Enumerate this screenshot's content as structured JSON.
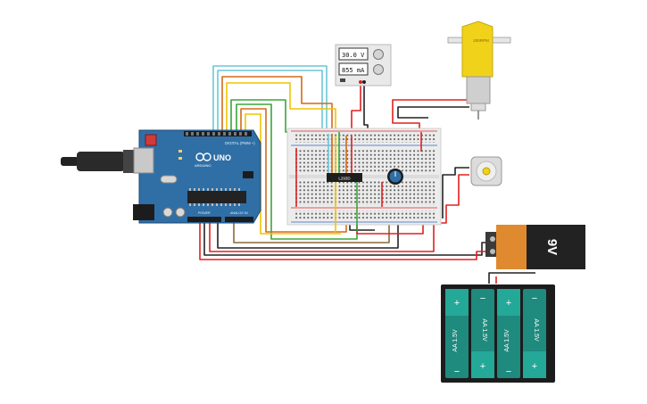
{
  "arduino": {
    "brand_label": "ARDUINO",
    "model_label": "UNO",
    "digital_header_label": "DIGITAL (PWM ~)",
    "power_header_label": "POWER",
    "analog_header_label": "ANALOG IN"
  },
  "power_supply": {
    "voltage_readout": "30.0 V",
    "current_readout": "855 mA"
  },
  "ic_label": "L293D",
  "gear_motor_label": "200RPM",
  "battery_9v_label": "9V",
  "aa_pack": {
    "cells": [
      {
        "label": "AA 1.5V",
        "top_sign": "+",
        "bottom_sign": "−"
      },
      {
        "label": "AA 1.5V",
        "top_sign": "−",
        "bottom_sign": "+"
      },
      {
        "label": "AA 1.5V",
        "top_sign": "+",
        "bottom_sign": "−"
      },
      {
        "label": "AA 1.5V",
        "top_sign": "−",
        "bottom_sign": "+"
      }
    ]
  },
  "colors": {
    "wire_red": "#e02020",
    "wire_black": "#222222",
    "wire_yellow": "#f0c400",
    "wire_green": "#3aa53a",
    "wire_orange": "#d06a1a",
    "wire_cyan": "#6cc6d8",
    "wire_brown": "#8a6a3a",
    "arduino_board": "#2f6fa6",
    "breadboard": "#ececec",
    "battery_orange": "#e08a30",
    "aa_cell": "#1f8a7e",
    "motor_yellow": "#f1d21a"
  }
}
